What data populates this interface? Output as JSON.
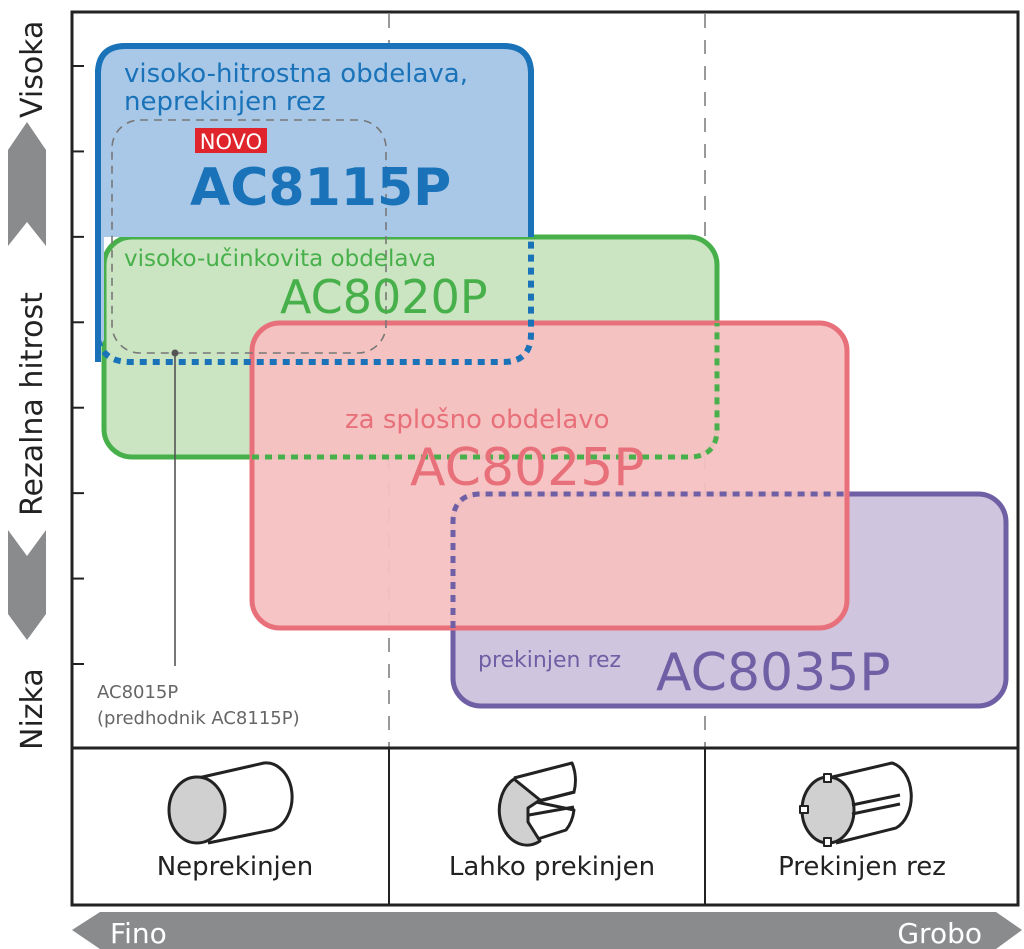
{
  "y_axis": {
    "title": "Rezalna hitrost",
    "high_label": "Visoka",
    "low_label": "Nizka",
    "tick_count": 8
  },
  "x_axis": {
    "fine_label": "Fino",
    "coarse_label": "Grobo",
    "categories": [
      {
        "label": "Neprekinjen",
        "icon": "smooth-cylinder-icon"
      },
      {
        "label": "Lahko prekinjen",
        "icon": "grooved-cylinder-icon"
      },
      {
        "label": "Prekinjen rez",
        "icon": "slotted-cylinder-icon"
      }
    ]
  },
  "grades": [
    {
      "id": "ac8115p",
      "description_line1": "visoko-hitrostna obdelava,",
      "description_line2": "neprekinjen rez",
      "name": "AC8115P",
      "badge": "NOVO",
      "color": "#1a73b8",
      "fill": "#a9c8e8"
    },
    {
      "id": "ac8020p",
      "description": "visoko-učinkovita obdelava",
      "name": "AC8020P",
      "color": "#47b04a",
      "fill": "#cbe5c3"
    },
    {
      "id": "ac8025p",
      "description": "za splošno obdelavo",
      "name": "AC8025P",
      "color": "#e8707a",
      "fill": "#f5c1c1"
    },
    {
      "id": "ac8035p",
      "description": "prekinjen rez",
      "name": "AC8035P",
      "color": "#6f5fa5",
      "fill": "#cfc5de"
    }
  ],
  "predecessor": {
    "name": "AC8015P",
    "note": "(predhodnik AC8115P)"
  },
  "colors": {
    "axis": "#222222",
    "arrow": "#8a8b8d",
    "badge": "#e0242b",
    "dashed": "#999999"
  }
}
